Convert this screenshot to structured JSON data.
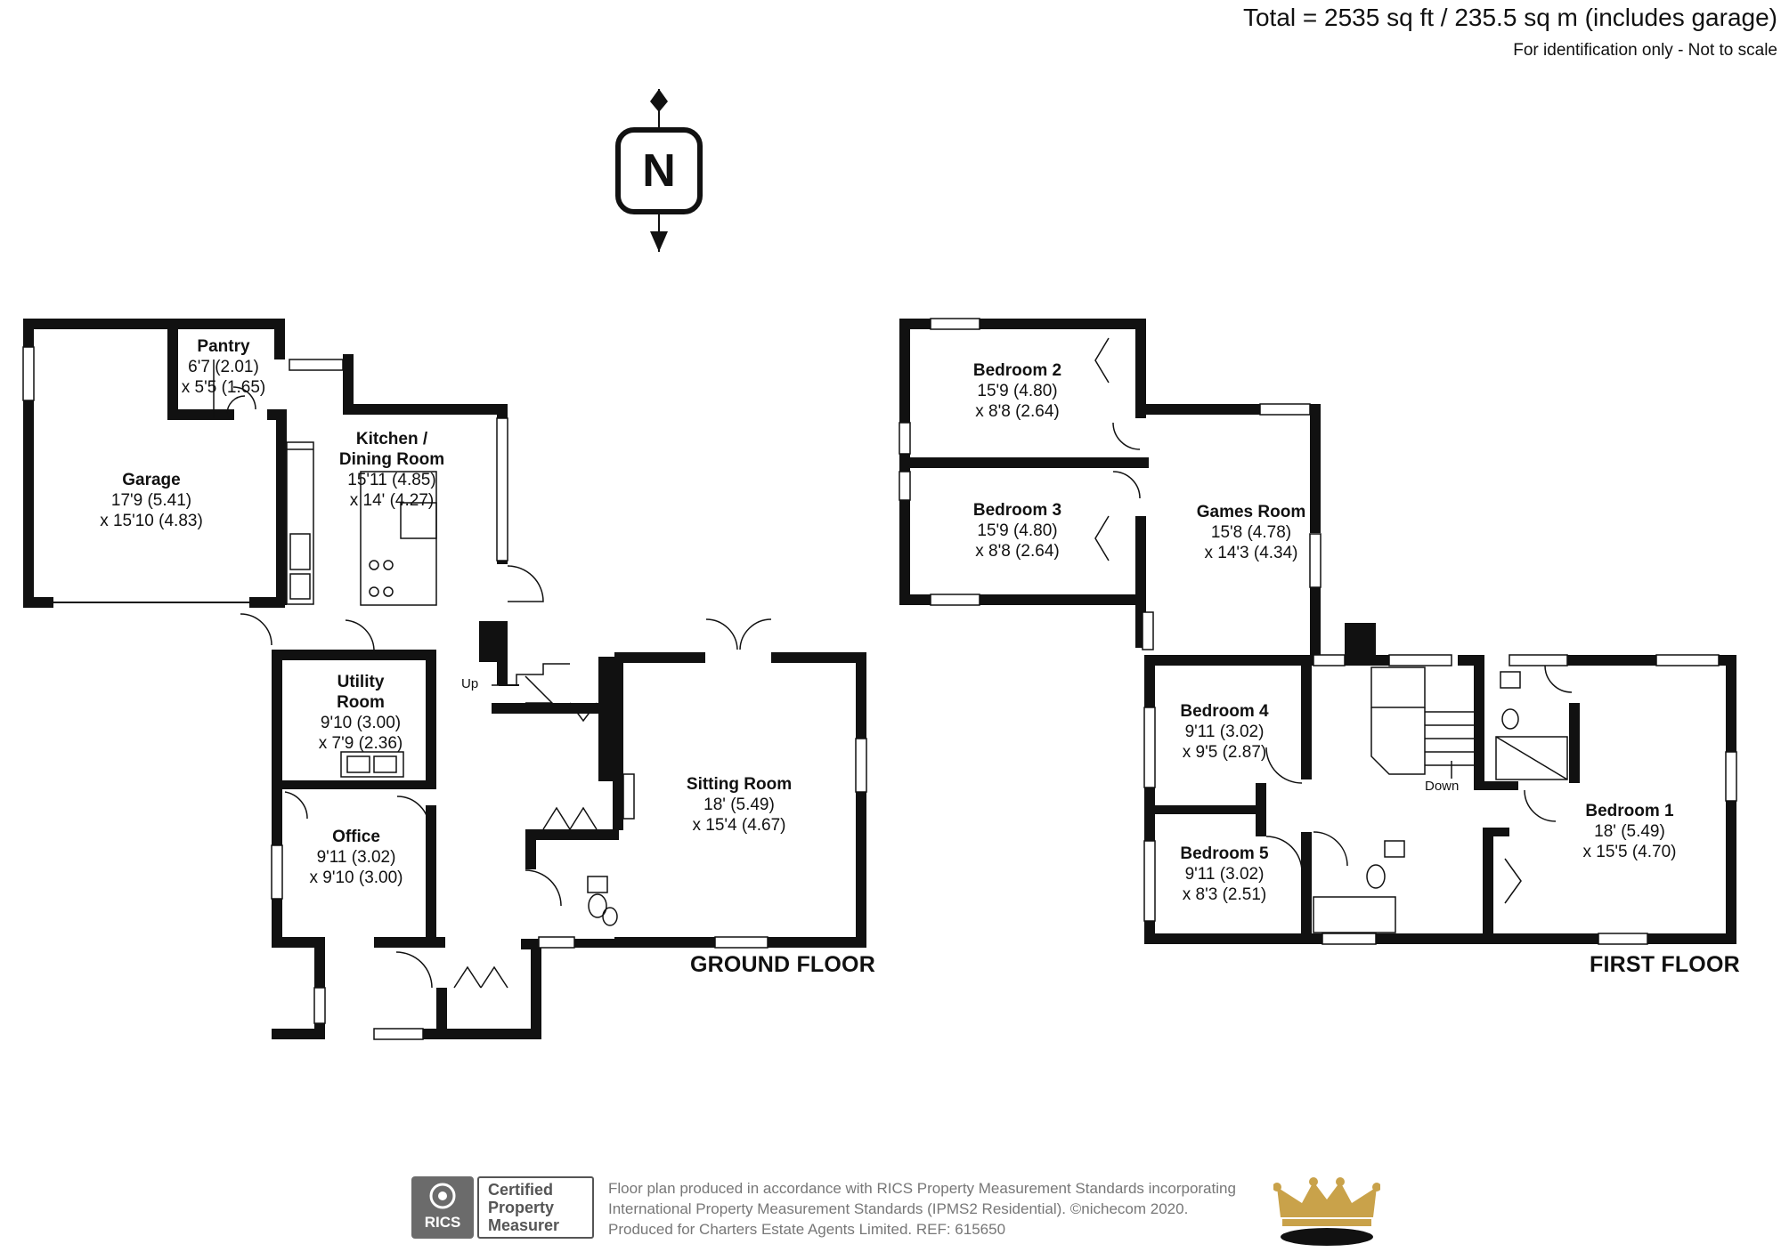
{
  "header": {
    "total": "Total = 2535 sq ft / 235.5 sq m (includes garage)",
    "disclaimer": "For identification only - Not to scale"
  },
  "compass": {
    "letter": "N",
    "icon": "north-arrow-icon"
  },
  "ground_floor": {
    "label": "GROUND FLOOR",
    "stair_label": "Up",
    "rooms": [
      {
        "name": "Pantry",
        "dims": [
          "6'7 (2.01)",
          "x 5'5 (1.65)"
        ]
      },
      {
        "name": "Garage",
        "dims": [
          "17'9 (5.41)",
          "x 15'10 (4.83)"
        ]
      },
      {
        "name": "Kitchen /",
        "name2": "Dining Room",
        "dims": [
          "15'11 (4.85)",
          "x 14' (4.27)"
        ]
      },
      {
        "name": "Utility",
        "name2": "Room",
        "dims": [
          "9'10 (3.00)",
          "x 7'9 (2.36)"
        ]
      },
      {
        "name": "Office",
        "dims": [
          "9'11 (3.02)",
          "x 9'10 (3.00)"
        ]
      },
      {
        "name": "Sitting Room",
        "dims": [
          "18' (5.49)",
          "x 15'4 (4.67)"
        ]
      }
    ]
  },
  "first_floor": {
    "label": "FIRST FLOOR",
    "stair_label": "Down",
    "rooms": [
      {
        "name": "Bedroom 2",
        "dims": [
          "15'9 (4.80)",
          "x 8'8 (2.64)"
        ]
      },
      {
        "name": "Bedroom 3",
        "dims": [
          "15'9 (4.80)",
          "x 8'8 (2.64)"
        ]
      },
      {
        "name": "Games Room",
        "dims": [
          "15'8 (4.78)",
          "x 14'3 (4.34)"
        ]
      },
      {
        "name": "Bedroom 4",
        "dims": [
          "9'11 (3.02)",
          "x 9'5 (2.87)"
        ]
      },
      {
        "name": "Bedroom 5",
        "dims": [
          "9'11 (3.02)",
          "x 8'3 (2.51)"
        ]
      },
      {
        "name": "Bedroom 1",
        "dims": [
          "18' (5.49)",
          "x 15'5 (4.70)"
        ]
      }
    ]
  },
  "footer": {
    "lines": [
      "Floor plan produced in accordance with RICS Property Measurement Standards incorporating",
      "International Property Measurement Standards (IPMS2 Residential).   ©nichecom 2020.",
      "Produced for Charters Estate Agents Limited.   REF:  615650"
    ],
    "badge_logo": "RICS",
    "badge_text": [
      "Certified",
      "Property",
      "Measurer"
    ],
    "logo_icon": "crown-icon"
  },
  "colors": {
    "wall": "#111111",
    "footer_text": "#777777",
    "badge": "#6b6b6b",
    "crown_gold": "#c9a24a"
  }
}
